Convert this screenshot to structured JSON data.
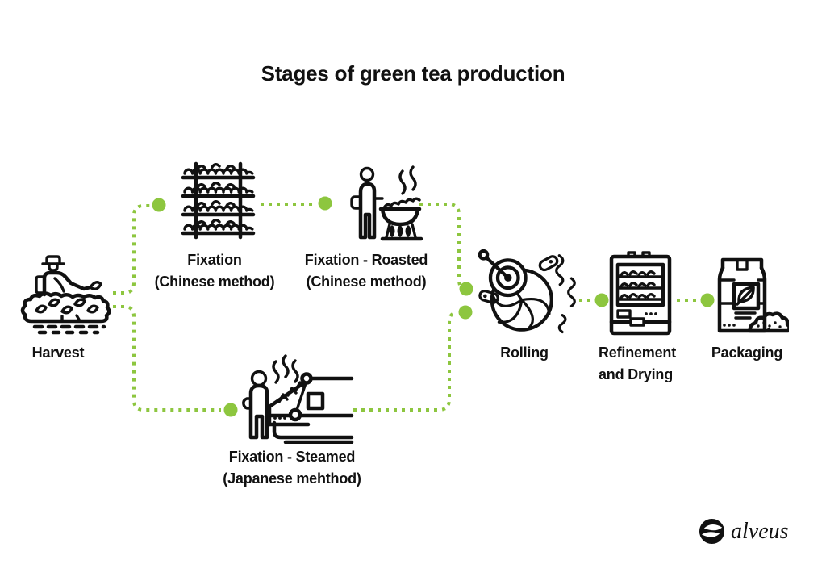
{
  "title": "Stages of green tea production",
  "colors": {
    "accent": "#8DC63F",
    "ink": "#111111",
    "background": "#FFFFFF"
  },
  "stages": [
    {
      "id": "harvest",
      "label": "Harvest",
      "icon": "harvest-worker-icon"
    },
    {
      "id": "fixation-chinese",
      "label": "Fixation\n(Chinese method)",
      "icon": "drying-rack-icon"
    },
    {
      "id": "fixation-roasted",
      "label": "Fixation - Roasted\n(Chinese method)",
      "icon": "roasting-wok-icon"
    },
    {
      "id": "fixation-steamed",
      "label": "Fixation - Steamed\n(Japanese mehthod)",
      "icon": "steaming-machine-icon"
    },
    {
      "id": "rolling",
      "label": "Rolling",
      "icon": "rolling-machine-icon"
    },
    {
      "id": "refinement",
      "label": "Refinement\nand Drying",
      "icon": "drying-cabinet-icon"
    },
    {
      "id": "packaging",
      "label": "Packaging",
      "icon": "tea-package-icon"
    }
  ],
  "connections": [
    {
      "from": "harvest",
      "to": "fixation-chinese"
    },
    {
      "from": "harvest",
      "to": "fixation-steamed"
    },
    {
      "from": "fixation-chinese",
      "to": "fixation-roasted"
    },
    {
      "from": "fixation-roasted",
      "to": "rolling"
    },
    {
      "from": "fixation-steamed",
      "to": "rolling"
    },
    {
      "from": "rolling",
      "to": "refinement"
    },
    {
      "from": "refinement",
      "to": "packaging"
    }
  ],
  "logo": {
    "text": "alveus"
  }
}
